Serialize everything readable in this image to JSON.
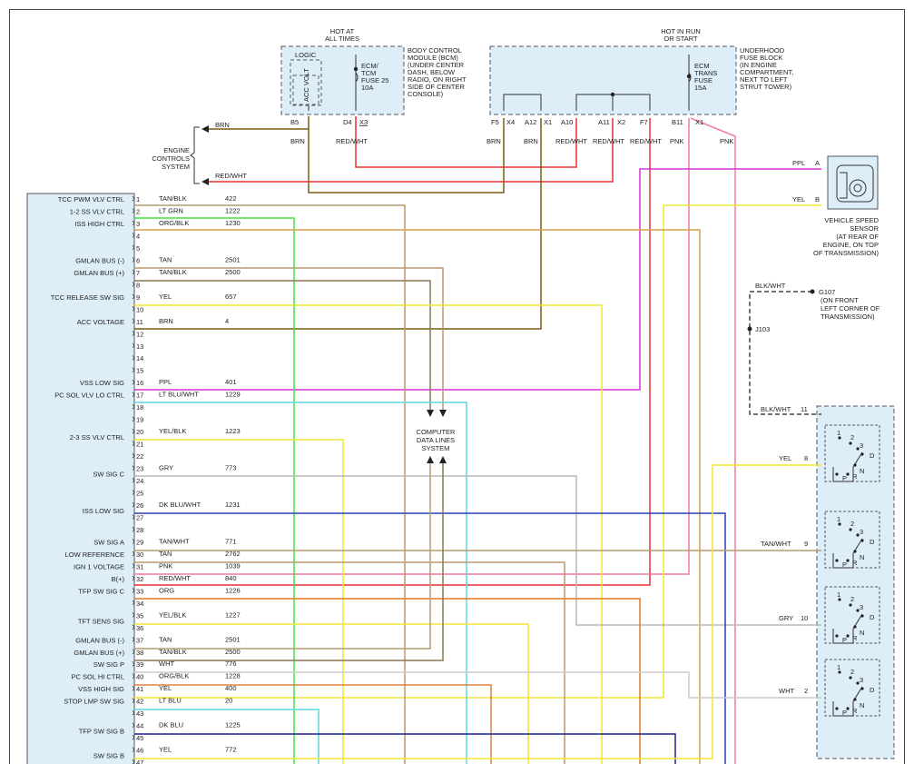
{
  "header": {
    "bcm_supply": [
      "HOT AT",
      "ALL TIMES"
    ],
    "run_supply": [
      "HOT IN RUN",
      "OR START"
    ]
  },
  "bcm": {
    "logic": "LOGIC",
    "acc_volt": "ACC VOLT",
    "fuse": [
      "ECM/",
      "TCM",
      "FUSE 25",
      "10A"
    ],
    "description": [
      "BODY CONTROL",
      "MODULE (BCM)",
      "(UNDER CENTER",
      "DASH, BELOW",
      "RADIO, ON RIGHT",
      "SIDE OF CENTER",
      "CONSOLE)"
    ],
    "pins": [
      {
        "pin": "B5",
        "conn": "",
        "wire": "BRN"
      },
      {
        "pin": "D4",
        "conn": "X3",
        "wire": "RED/WHT"
      }
    ]
  },
  "fuse_block": {
    "fuse": [
      "ECM",
      "TRANS",
      "FUSE",
      "15A"
    ],
    "description": [
      "UNDERHOOD",
      "FUSE BLOCK",
      "(IN ENGINE",
      "COMPARTMENT,",
      "NEXT TO LEFT",
      "STRUT TOWER)"
    ],
    "pins": [
      {
        "pin": "F5",
        "conn": "X4",
        "wire": "BRN"
      },
      {
        "pin": "A12",
        "conn": "X1",
        "wire": "BRN"
      },
      {
        "pin": "A10",
        "conn": "",
        "wire": "RED/WHT"
      },
      {
        "pin": "A11",
        "conn": "X2",
        "wire": "RED/WHT"
      },
      {
        "pin": "F7",
        "conn": "",
        "wire": "RED/WHT"
      },
      {
        "pin": "B11",
        "conn": "X1",
        "wire": "PNK"
      }
    ]
  },
  "engine_controls": {
    "label": [
      "ENGINE",
      "CONTROLS",
      "SYSTEM"
    ],
    "wires": [
      "BRN",
      "RED/WHT"
    ]
  },
  "data_lines": {
    "label": [
      "COMPUTER",
      "DATA LINES",
      "SYSTEM"
    ]
  },
  "vss": {
    "label": [
      "VEHICLE SPEED",
      "SENSOR",
      "(AT REAR OF",
      "ENGINE, ON TOP",
      "OF TRANSMISSION)"
    ],
    "pins": [
      {
        "pin": "A",
        "wire": "PPL"
      },
      {
        "pin": "B",
        "wire": "YEL"
      }
    ]
  },
  "ground": {
    "wire": "BLK/WHT",
    "id": "G107",
    "label": [
      "(ON FRONT",
      "LEFT CORNER OF",
      "TRANSMISSION)"
    ],
    "splice": "J103"
  },
  "range_switch": {
    "pins": [
      {
        "wire": "BLK/WHT",
        "pin": "11"
      },
      {
        "wire": "YEL",
        "pin": "8"
      },
      {
        "wire": "TAN/WHT",
        "pin": "9"
      },
      {
        "wire": "GRY",
        "pin": "10"
      },
      {
        "wire": "WHT",
        "pin": "2"
      }
    ],
    "positions": [
      "1",
      "2",
      "3",
      "D",
      "N",
      "P",
      "R"
    ]
  },
  "module_signals": [
    "TCC PWM VLV CTRL",
    "1-2 SS VLV CTRL",
    "ISS HIGH CTRL",
    "GMLAN BUS (-)",
    "GMLAN BUS (+)",
    "TCC RELEASE SW SIG",
    "ACC VOLTAGE",
    "VSS LOW SIG",
    "PC SOL VLV LO CTRL",
    "2-3 SS VLV CTRL",
    "SW SIG C",
    "ISS LOW SIG",
    "SW SIG A",
    "LOW REFERENCE",
    "IGN 1 VOLTAGE",
    "B(+)",
    "TFP SW SIG C",
    "TFT SENS SIG",
    "GMLAN BUS (-)",
    "GMLAN BUS (+)",
    "SW SIG P",
    "PC SOL HI CTRL",
    "VSS HIGH SIG",
    "STOP LMP SW SIG",
    "TFP SW SIG B",
    "SW SIG B"
  ],
  "circuits": [
    {
      "pin": "1",
      "color": "TAN/BLK",
      "circuit": "422"
    },
    {
      "pin": "2",
      "color": "LT GRN",
      "circuit": "1222"
    },
    {
      "pin": "3",
      "color": "ORG/BLK",
      "circuit": "1230"
    },
    {
      "pin": "4",
      "color": "",
      "circuit": ""
    },
    {
      "pin": "5",
      "color": "",
      "circuit": ""
    },
    {
      "pin": "6",
      "color": "TAN",
      "circuit": "2501"
    },
    {
      "pin": "7",
      "color": "TAN/BLK",
      "circuit": "2500"
    },
    {
      "pin": "8",
      "color": "",
      "circuit": ""
    },
    {
      "pin": "9",
      "color": "YEL",
      "circuit": "657"
    },
    {
      "pin": "10",
      "color": "",
      "circuit": ""
    },
    {
      "pin": "11",
      "color": "BRN",
      "circuit": "4"
    },
    {
      "pin": "12",
      "color": "",
      "circuit": ""
    },
    {
      "pin": "13",
      "color": "",
      "circuit": ""
    },
    {
      "pin": "14",
      "color": "",
      "circuit": ""
    },
    {
      "pin": "15",
      "color": "",
      "circuit": ""
    },
    {
      "pin": "16",
      "color": "PPL",
      "circuit": "401"
    },
    {
      "pin": "17",
      "color": "LT BLU/WHT",
      "circuit": "1229"
    },
    {
      "pin": "18",
      "color": "",
      "circuit": ""
    },
    {
      "pin": "19",
      "color": "",
      "circuit": ""
    },
    {
      "pin": "20",
      "color": "YEL/BLK",
      "circuit": "1223"
    },
    {
      "pin": "21",
      "color": "",
      "circuit": ""
    },
    {
      "pin": "22",
      "color": "",
      "circuit": ""
    },
    {
      "pin": "23",
      "color": "GRY",
      "circuit": "773"
    },
    {
      "pin": "24",
      "color": "",
      "circuit": ""
    },
    {
      "pin": "25",
      "color": "",
      "circuit": ""
    },
    {
      "pin": "26",
      "color": "DK BLU/WHT",
      "circuit": "1231"
    },
    {
      "pin": "27",
      "color": "",
      "circuit": ""
    },
    {
      "pin": "28",
      "color": "",
      "circuit": ""
    },
    {
      "pin": "29",
      "color": "TAN/WHT",
      "circuit": "771"
    },
    {
      "pin": "30",
      "color": "TAN",
      "circuit": "2762"
    },
    {
      "pin": "31",
      "color": "PNK",
      "circuit": "1039"
    },
    {
      "pin": "32",
      "color": "RED/WHT",
      "circuit": "840"
    },
    {
      "pin": "33",
      "color": "ORG",
      "circuit": "1226"
    },
    {
      "pin": "34",
      "color": "",
      "circuit": ""
    },
    {
      "pin": "35",
      "color": "YEL/BLK",
      "circuit": "1227"
    },
    {
      "pin": "36",
      "color": "",
      "circuit": ""
    },
    {
      "pin": "37",
      "color": "TAN",
      "circuit": "2501"
    },
    {
      "pin": "38",
      "color": "TAN/BLK",
      "circuit": "2500"
    },
    {
      "pin": "39",
      "color": "WHT",
      "circuit": "776"
    },
    {
      "pin": "40",
      "color": "ORG/BLK",
      "circuit": "1228"
    },
    {
      "pin": "41",
      "color": "YEL",
      "circuit": "400"
    },
    {
      "pin": "42",
      "color": "LT BLU",
      "circuit": "20"
    },
    {
      "pin": "43",
      "color": "",
      "circuit": ""
    },
    {
      "pin": "44",
      "color": "DK BLU",
      "circuit": "1225"
    },
    {
      "pin": "45",
      "color": "",
      "circuit": ""
    },
    {
      "pin": "46",
      "color": "YEL",
      "circuit": "772"
    },
    {
      "pin": "47",
      "color": "",
      "circuit": ""
    }
  ],
  "wire_colors": {
    "BRN": "#7a5a14",
    "BRN_LT": "#a07838",
    "RED": "#e53030",
    "PNK": "#f07aa0",
    "PPL": "#d631d6",
    "YEL": "#f0e630",
    "LT GRN": "#44e044",
    "ORG/BLK": "#d6a050",
    "ORG": "#e07a20",
    "TAN": "#b89a70",
    "LT BLU": "#5ad8e0",
    "DK BLU": "#1c2090",
    "DK BLU/WHT": "#2b3fb0",
    "GRY": "#b8b8b8",
    "WHT": "#cccccc",
    "BLK": "#333333",
    "PANEL": "#ddeef8",
    "ORG/BLK2": "#e08040"
  }
}
